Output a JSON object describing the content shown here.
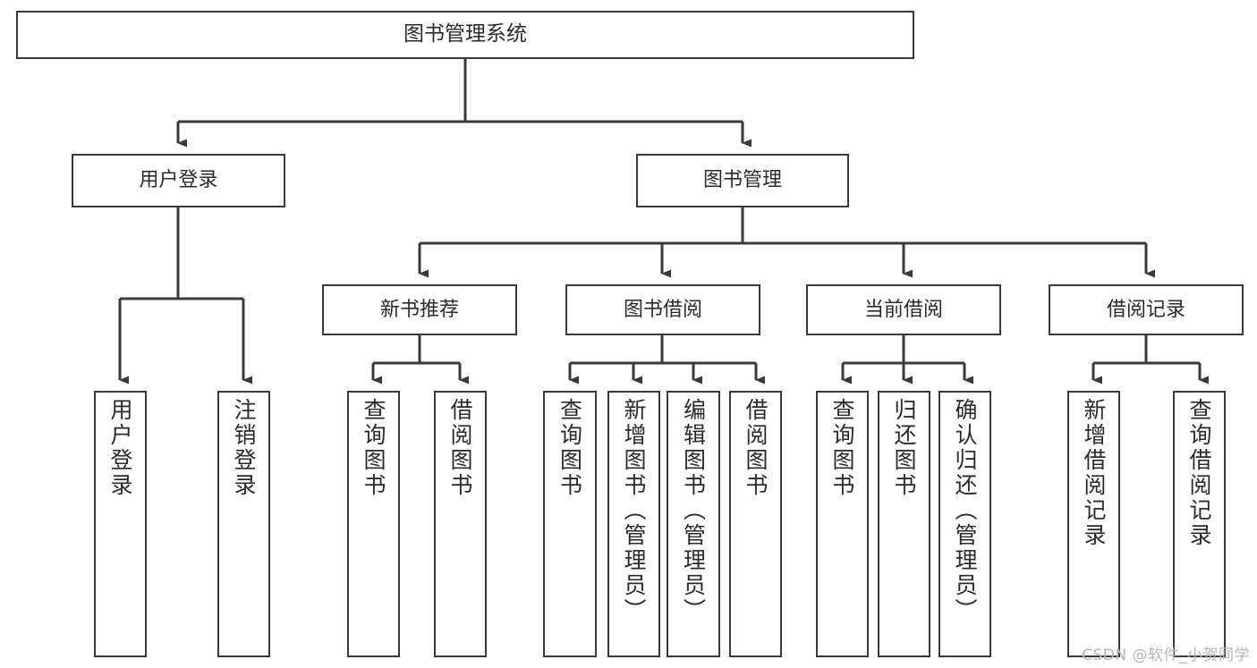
{
  "diagram": {
    "type": "tree",
    "title": "图书管理系统",
    "watermark": "CSDN @软件_小贺同学",
    "colors": {
      "box_border": "#3a3a3a",
      "box_fill": "#ffffff",
      "edge": "#3a3a3a",
      "text": "#2b2b2b",
      "watermark": "#b6b6b6"
    },
    "nodes": {
      "root": {
        "label": "图书管理系统"
      },
      "level2": [
        {
          "label": "用户登录"
        },
        {
          "label": "图书管理"
        }
      ],
      "level3": [
        {
          "label": "新书推荐"
        },
        {
          "label": "图书借阅"
        },
        {
          "label": "当前借阅"
        },
        {
          "label": "借阅记录"
        }
      ],
      "leaves": {
        "user_login": [
          {
            "label": "用户登录"
          },
          {
            "label": "注销登录"
          }
        ],
        "new_book": [
          {
            "label": "查询图书"
          },
          {
            "label": "借阅图书"
          }
        ],
        "book_borrow": [
          {
            "label": "查询图书"
          },
          {
            "label": "新增图书（管理员）"
          },
          {
            "label": "编辑图书（管理员）"
          },
          {
            "label": "借阅图书"
          }
        ],
        "current_borrow": [
          {
            "label": "查询图书"
          },
          {
            "label": "归还图书"
          },
          {
            "label": "确认归还（管理员）"
          }
        ],
        "borrow_record": [
          {
            "label": "新增借阅记录"
          },
          {
            "label": "查询借阅记录"
          }
        ]
      }
    }
  }
}
